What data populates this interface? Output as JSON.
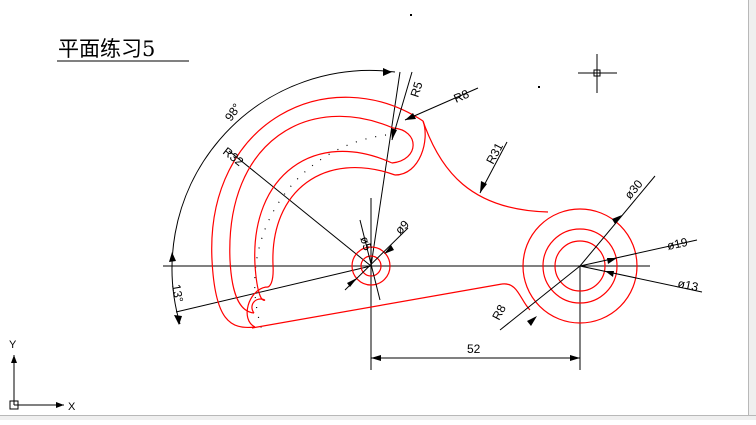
{
  "drawing": {
    "title": "平面练习5",
    "dims": {
      "ang98": "98°",
      "ang13": "13°",
      "r32": "R32",
      "r5": "R5",
      "r8_top": "R8",
      "r31": "R31",
      "phi5": "ø5",
      "phi9": "ø9",
      "phi30": "ø30",
      "phi19": "ø19",
      "phi13": "ø13",
      "r8_bottom": "R8",
      "len52": "52"
    }
  },
  "ucs": {
    "x_label": "X",
    "y_label": "Y"
  },
  "cursor": {
    "icon": "crosshair-icon"
  },
  "colors": {
    "outline": "#ff0000",
    "dimension": "#000000",
    "background": "#ffffff"
  }
}
